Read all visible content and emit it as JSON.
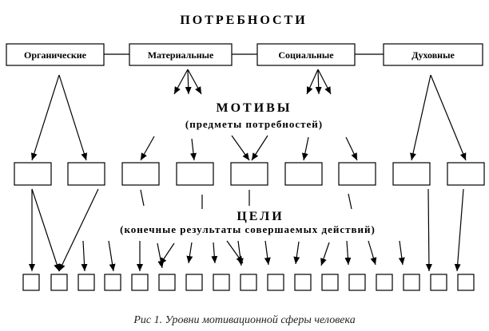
{
  "title": "ПОТРЕБНОСТИ",
  "needs": [
    "Органические",
    "Материальные",
    "Социальные",
    "Духовные"
  ],
  "motives": {
    "title": "МОТИВЫ",
    "subtitle": "(предметы потребностей)"
  },
  "goals": {
    "title": "ЦЕЛИ",
    "subtitle": "(конечные результаты совершаемых действий)"
  },
  "caption": "Рис 1. Уровни мотивационной сферы человека"
}
